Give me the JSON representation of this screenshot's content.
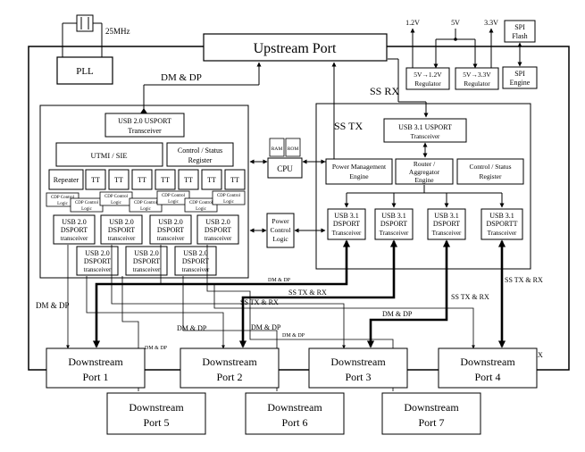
{
  "clock": {
    "freq": "25MHz"
  },
  "pll": "PLL",
  "upstream_port": "Upstream Port",
  "labels": {
    "dm_dp": "DM & DP",
    "ss_rx": "SS RX",
    "ss_tx": "SS TX",
    "ss_tx_rx": "SS TX & RX"
  },
  "power": {
    "v12": "1.2V",
    "v5": "5V",
    "v33": "3.3V",
    "reg12_line1": "5V→1.2V",
    "reg12_line2": "Regulator",
    "reg33_line1": "5V→3.3V",
    "reg33_line2": "Regulator"
  },
  "spi": {
    "flash_line1": "SPI",
    "flash_line2": "Flash",
    "engine_line1": "SPI",
    "engine_line2": "Engine"
  },
  "usb2": {
    "usport_line1": "USB 2.0 USPORT",
    "usport_line2": "Transceiver",
    "utmi": "UTMI / SIE",
    "ctrl_line1": "Control / Status",
    "ctrl_line2": "Register",
    "repeater": "Repeater",
    "tt": "TT",
    "cdp_line1": "CDP Control",
    "cdp_line2": "Logic",
    "dsport_line1": "USB 2.0",
    "dsport_line2": "DSPORT",
    "dsport_line3": "transceiver"
  },
  "cpu": {
    "ram": "RAM",
    "rom": "ROM",
    "cpu": "CPU"
  },
  "pcl": {
    "line1": "Power",
    "line2": "Control",
    "line3": "Logic"
  },
  "usb3": {
    "usport_line1": "USB 3.1 USPORT",
    "usport_line2": "Transceiver",
    "pm_line1": "Power Management",
    "pm_line2": "Engine",
    "router_line1": "Router /",
    "router_line2": "Aggregator",
    "router_line3": "Engine",
    "ctrl_line1": "Control / Status",
    "ctrl_line2": "Register",
    "dsport_line1": "USB 3.1",
    "dsport_line2": "DSPORT",
    "dsport_line3": "Transceiver",
    "dsport4_line2": "DSPORTT"
  },
  "downstream": {
    "word": "Downstream",
    "p1": "Port 1",
    "p2": "Port 2",
    "p3": "Port 3",
    "p4": "Port 4",
    "p5": "Port 5",
    "p6": "Port 6",
    "p7": "Port 7"
  }
}
